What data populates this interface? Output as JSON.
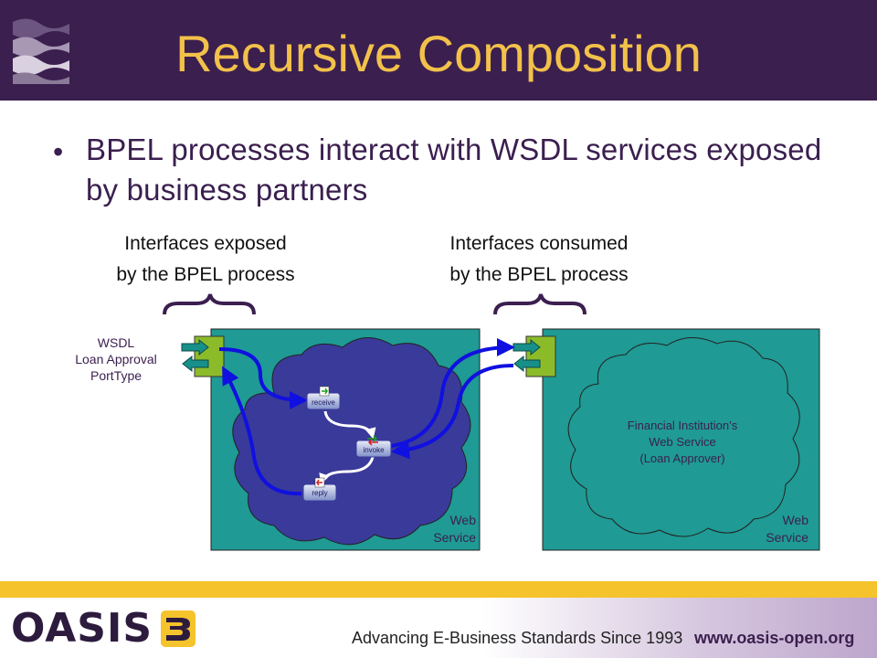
{
  "header": {
    "title": "Recursive Composition"
  },
  "bullet": {
    "text": "BPEL processes interact with WSDL services exposed by business partners"
  },
  "captions": {
    "left_line1": "Interfaces exposed",
    "left_line2": "by the BPEL process",
    "right_line1": "Interfaces consumed",
    "right_line2": "by the BPEL process"
  },
  "diagram": {
    "wsdl_label_line1": "WSDL",
    "wsdl_label_line2": "Loan Approval",
    "wsdl_label_line3": "PortType",
    "left_box_label_line1": "Web",
    "left_box_label_line2": "Service",
    "right_box_label_line1": "Web",
    "right_box_label_line2": "Service",
    "activities": {
      "receive": "receive",
      "invoke": "invoke",
      "reply": "reply"
    },
    "partner_line1": "Financial Institution’s",
    "partner_line2": "Web Service",
    "partner_line3": "(Loan Approver)"
  },
  "footer": {
    "logo_text": "OASIS",
    "tagline": "Advancing E-Business Standards Since 1993",
    "website": "www.oasis-open.org"
  },
  "colors": {
    "header_bg": "#3b1f4f",
    "title": "#f2c14a",
    "box_teal": "#1f9a94",
    "cloud_navy": "#3a3a9a",
    "port_green": "#8cbb2a",
    "arrow_blue": "#1010e0",
    "footer_gold": "#f5c32c"
  }
}
